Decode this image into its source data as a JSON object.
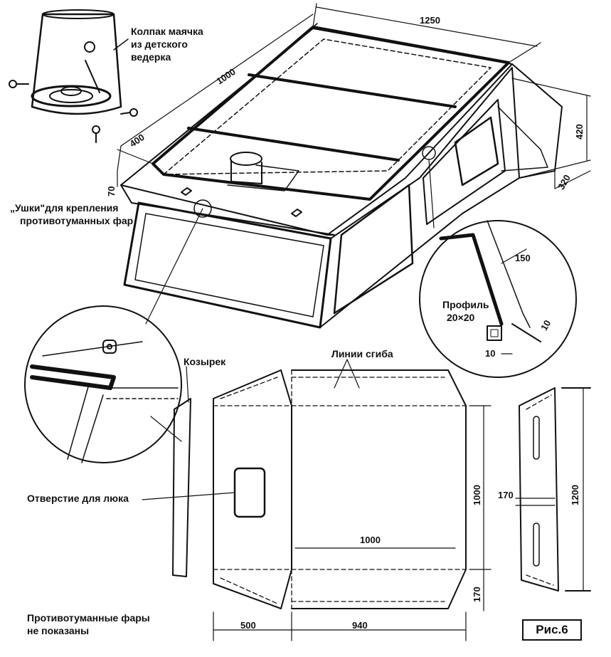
{
  "labels": {
    "beacon_cap": "Колпак маячка",
    "beacon_cap_2": "из детского",
    "beacon_cap_3": "ведерка",
    "lugs": "„Ушки\"для крепления",
    "lugs_2": "противотуманных фар",
    "profile": "Профиль",
    "profile_size": "20×20",
    "visor": "Козырек",
    "fold_lines": "Линии сгиба",
    "hatch_hole": "Отверстие для люка",
    "fog_note": "Противотуманные фары",
    "fog_note_2": "не показаны",
    "figure": "Рис.6"
  },
  "dimensions": {
    "top_1250": "1250",
    "side_1000": "1000",
    "side_400": "400",
    "side_70": "70",
    "right_420": "420",
    "right_320": "320",
    "detail_150": "150",
    "detail_10a": "10",
    "detail_10b": "10",
    "sheet_1000_h": "1000",
    "sheet_1000_w": "1000",
    "sheet_170": "170",
    "sheet_500": "500",
    "sheet_940": "940",
    "strip_170": "170",
    "strip_1200": "1200"
  },
  "colors": {
    "ink": "#111111",
    "paper": "#ffffff"
  }
}
